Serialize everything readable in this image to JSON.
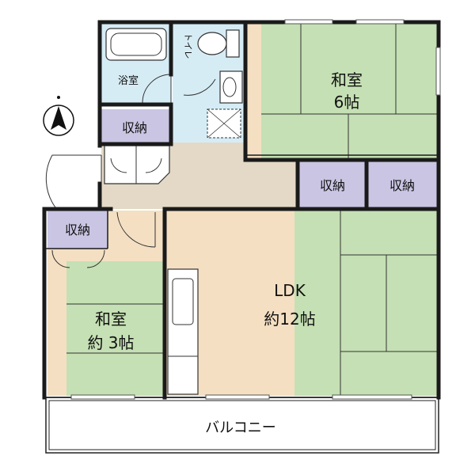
{
  "rooms": {
    "bath": "浴室",
    "toilet": "トイレ",
    "washitsu_large": {
      "name": "和室",
      "size": "6帖"
    },
    "washitsu_small": {
      "name": "和室",
      "size": "約 3帖"
    },
    "ldk": {
      "name": "LDK",
      "size": "約12帖"
    },
    "storage_1": "収納",
    "storage_2": "収納",
    "storage_3": "収納",
    "storage_4": "収納",
    "balcony": "バルコニー"
  },
  "colors": {
    "tatami": "#c5e0b4",
    "wet_area": "#d6ecf5",
    "storage": "#c9c5e3",
    "flooring": "#f4dfc2",
    "hall": "#e3d9c6",
    "wall": "#1a1a1a"
  }
}
